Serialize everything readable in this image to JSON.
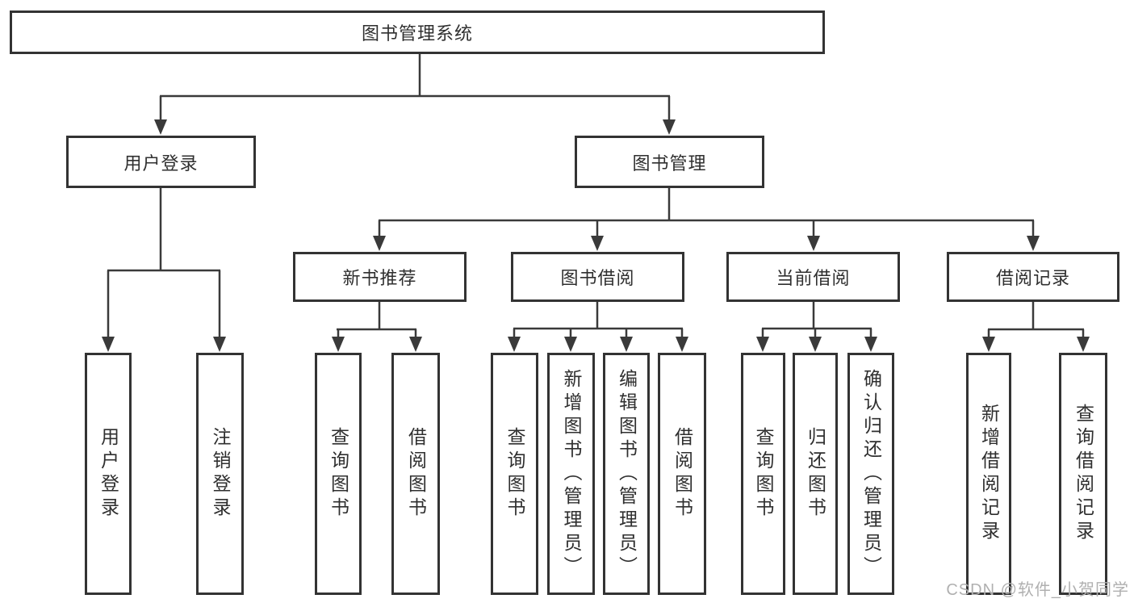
{
  "tree": {
    "root": "图书管理系统",
    "login_branch": {
      "label": "用户登录",
      "children": [
        "用户登录",
        "注销登录"
      ]
    },
    "mgmt_branch": {
      "label": "图书管理",
      "groups": [
        {
          "label": "新书推荐",
          "children": [
            "查询图书",
            "借阅图书"
          ]
        },
        {
          "label": "图书借阅",
          "children": [
            "查询图书",
            "新增图书（管理员）",
            "编辑图书（管理员）",
            "借阅图书"
          ]
        },
        {
          "label": "当前借阅",
          "children": [
            "查询图书",
            "归还图书",
            "确认归还（管理员）"
          ]
        },
        {
          "label": "借阅记录",
          "children": [
            "新增借阅记录",
            "查询借阅记录"
          ]
        }
      ]
    }
  },
  "watermark": "CSDN @软件_小贺同学",
  "colors": {
    "line": "#3a3a3a",
    "border": "#333333",
    "text": "#2f2f2f",
    "watermark": "#b0b0b0",
    "background": "#ffffff"
  }
}
